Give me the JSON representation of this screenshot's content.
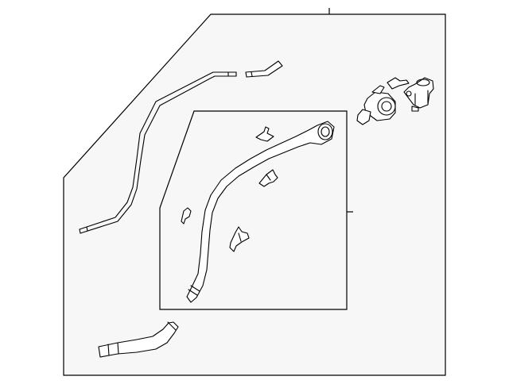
{
  "diagram": {
    "background": "#ffffff",
    "panel_fill": "#f7f7f7",
    "line_color": "#000000",
    "parts": [
      "vent-tube",
      "short-vent-tube",
      "filler-pipe",
      "bracket-upper",
      "bracket-middle",
      "bracket-left",
      "bracket-lower",
      "lower-hose",
      "filler-neck-housing",
      "vent-valve-assembly"
    ]
  }
}
